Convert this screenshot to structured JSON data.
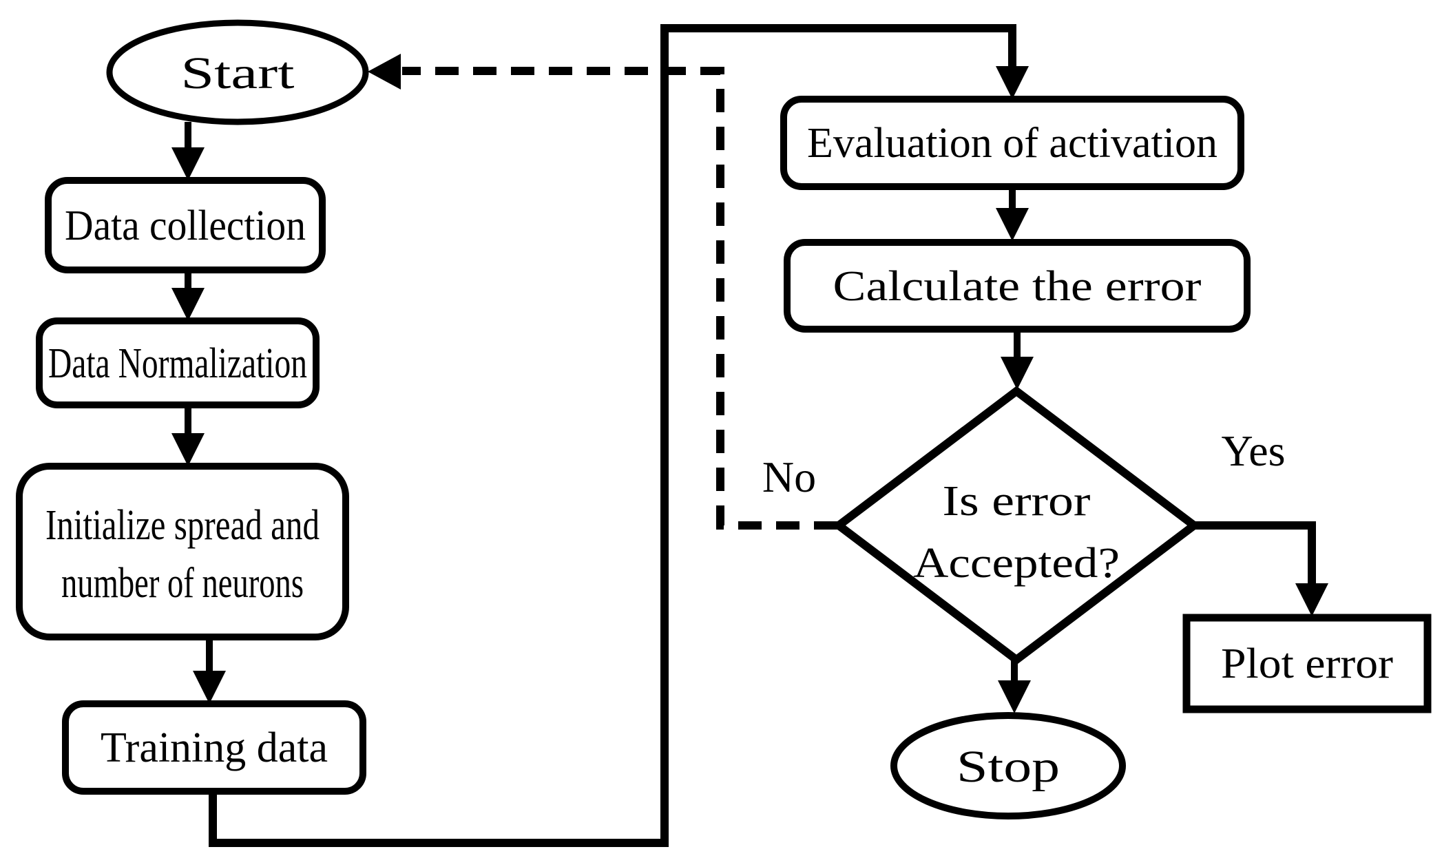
{
  "canvas": {
    "background_color": "#ffffff",
    "ink_color": "#000000"
  },
  "diagram": {
    "type": "flowchart",
    "nodes": {
      "start": {
        "shape": "terminator",
        "label": "Start"
      },
      "data_collection": {
        "shape": "process",
        "label": "Data collection"
      },
      "data_normalization": {
        "shape": "process",
        "label": "Data Normalization"
      },
      "initialize": {
        "shape": "process",
        "label_line1": "Initialize spread and",
        "label_line2": "number of neurons"
      },
      "training_data": {
        "shape": "process",
        "label": "Training data"
      },
      "evaluation": {
        "shape": "process",
        "label": "Evaluation of activation"
      },
      "calculate": {
        "shape": "process",
        "label": "Calculate the error"
      },
      "decision": {
        "shape": "decision",
        "label_line1": "Is error",
        "label_line2": "Accepted?"
      },
      "plot_error": {
        "shape": "process-square",
        "label": "Plot error"
      },
      "stop": {
        "shape": "terminator",
        "label": "Stop"
      }
    },
    "edge_labels": {
      "no": "No",
      "yes": "Yes"
    }
  }
}
